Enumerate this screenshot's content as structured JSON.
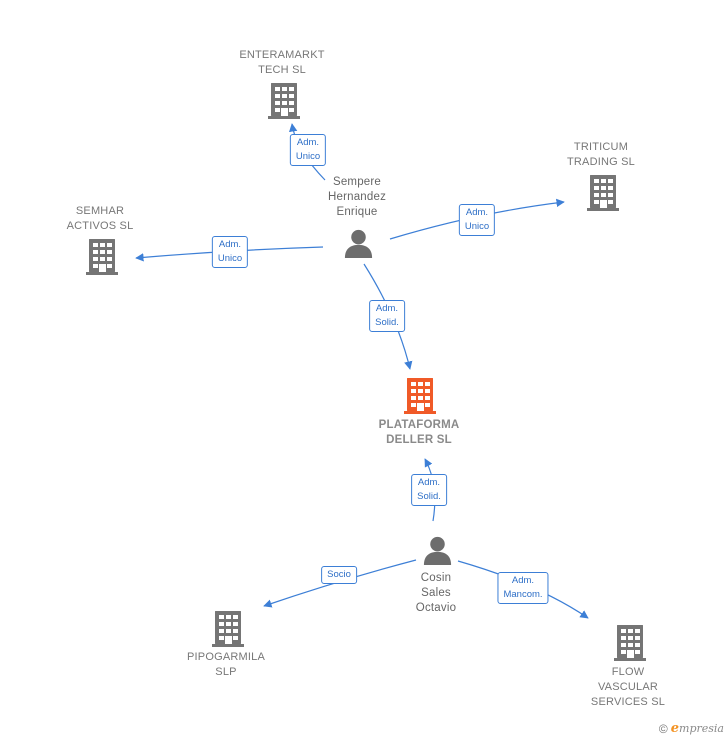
{
  "colors": {
    "edge": "#3d7fd6",
    "company_icon": "#757575",
    "main_company_icon": "#f05a28",
    "person_icon": "#6d6d6d"
  },
  "nodes": {
    "enteramarkt": {
      "label": "ENTERAMARKT\nTECH  SL",
      "icon": "building-icon"
    },
    "triticum": {
      "label": "TRITICUM\nTRADING  SL",
      "icon": "building-icon"
    },
    "semhar": {
      "label": "SEMHAR\nACTIVOS  SL",
      "icon": "building-icon"
    },
    "plataforma": {
      "label": "PLATAFORMA\nDELLER  SL",
      "icon": "building-icon"
    },
    "pipogarmila": {
      "label": "PIPOGARMILA\nSLP",
      "icon": "building-icon"
    },
    "flow": {
      "label": "FLOW\nVASCULAR\nSERVICES  SL",
      "icon": "building-icon"
    },
    "sempere": {
      "label": "Sempere\nHernandez\nEnrique",
      "icon": "person-icon"
    },
    "cosin": {
      "label": "Cosin\nSales\nOctavio",
      "icon": "person-icon"
    }
  },
  "edges": [
    {
      "from": "sempere",
      "to": "enteramarkt",
      "label": "Adm.\nUnico"
    },
    {
      "from": "sempere",
      "to": "triticum",
      "label": "Adm.\nUnico"
    },
    {
      "from": "sempere",
      "to": "semhar",
      "label": "Adm.\nUnico"
    },
    {
      "from": "sempere",
      "to": "plataforma",
      "label": "Adm.\nSolid."
    },
    {
      "from": "cosin",
      "to": "plataforma",
      "label": "Adm.\nSolid."
    },
    {
      "from": "cosin",
      "to": "pipogarmila",
      "label": "Socio"
    },
    {
      "from": "cosin",
      "to": "flow",
      "label": "Adm.\nMancom."
    }
  ],
  "footer": {
    "copyright_symbol": "©",
    "brand_initial": "e",
    "brand_rest": "mpresia"
  }
}
